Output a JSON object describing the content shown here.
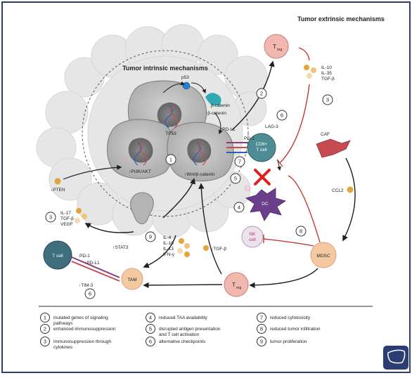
{
  "titles": {
    "intrinsic": "Tumor intrinsic mechanisms",
    "extrinsic": "Tumor extrinsic mechanisms"
  },
  "intrinsic_labels": {
    "p53": "p53",
    "beta_catenin": "β-catenin",
    "up_beta_catenin": "↑β-catenin",
    "tp53": "TP53",
    "pi3k_akt": "↑PI3K/AKT",
    "wnt": "↑Wnt/β-catenin",
    "pd_l1_tumor": "↑PD-L1",
    "pten": "↓PTEN"
  },
  "extrinsic_labels": {
    "treg": "T",
    "treg_sub": "reg",
    "il10": "IL-10",
    "il35": "IL-35",
    "tgfb": "TGF-β",
    "pd1": "PD-1",
    "lag3": "LAG-3",
    "cd8_line1": "CD8+",
    "cd8_line2": "T cell",
    "caf": "CAF",
    "ccl2": "CCL2",
    "dc": "DC",
    "nk_line1": "NK",
    "nk_line2": "cell",
    "mdsc": "MDSC"
  },
  "bottom_labels": {
    "il17": "IL-17",
    "tgfb": "TGF-β",
    "vegf": "VEGF",
    "stat3": "↑STAT3",
    "il4": "IL-4",
    "il10": "IL-10",
    "il13": "IL-13",
    "ifng": "IFN-γ",
    "up_tgfb": "↑TGF-β",
    "tcell": "T cell",
    "pd1": "PD-1",
    "pdl1": "↑PD-L1",
    "tam": "TAM",
    "tim3": "↑TIM-3"
  },
  "numbers": [
    "1",
    "2",
    "3",
    "4",
    "5",
    "6",
    "7",
    "8",
    "9"
  ],
  "legend": [
    {
      "num": "1",
      "lines": [
        "mutated genes of signaling",
        "pathways"
      ]
    },
    {
      "num": "2",
      "lines": [
        "enhanced immunosuppression"
      ]
    },
    {
      "num": "3",
      "lines": [
        "immunosuppression through",
        "cytokines"
      ]
    },
    {
      "num": "4",
      "lines": [
        "reduced TAA availability"
      ]
    },
    {
      "num": "5",
      "lines": [
        "disrupted antigen presentation",
        "and T cell activation"
      ]
    },
    {
      "num": "6",
      "lines": [
        "alternative checkpoints"
      ]
    },
    {
      "num": "7",
      "lines": [
        "reduced cytotoxicity"
      ]
    },
    {
      "num": "8",
      "lines": [
        "reduced tumor infiltration"
      ]
    },
    {
      "num": "9",
      "lines": [
        "tumor proliferation"
      ]
    }
  ],
  "colors": {
    "frame": "#2b3d73",
    "tumor_back": "#e4e4e4",
    "tumor_cell": "#b4b4b4",
    "nucleus": "#767676",
    "treg": "#f2b8b0",
    "cd8": "#4d8c94",
    "dc": "#6b3f8c",
    "nk": "#ece2ec",
    "mdsc": "#f4c9a2",
    "caf": "#c84b52",
    "tam": "#f4c9a2",
    "tcell": "#3f6f7c",
    "cytokine": "#e6a23c",
    "red_inhibit": "#c73636"
  },
  "logo": {
    "icon": "liver-icon"
  }
}
